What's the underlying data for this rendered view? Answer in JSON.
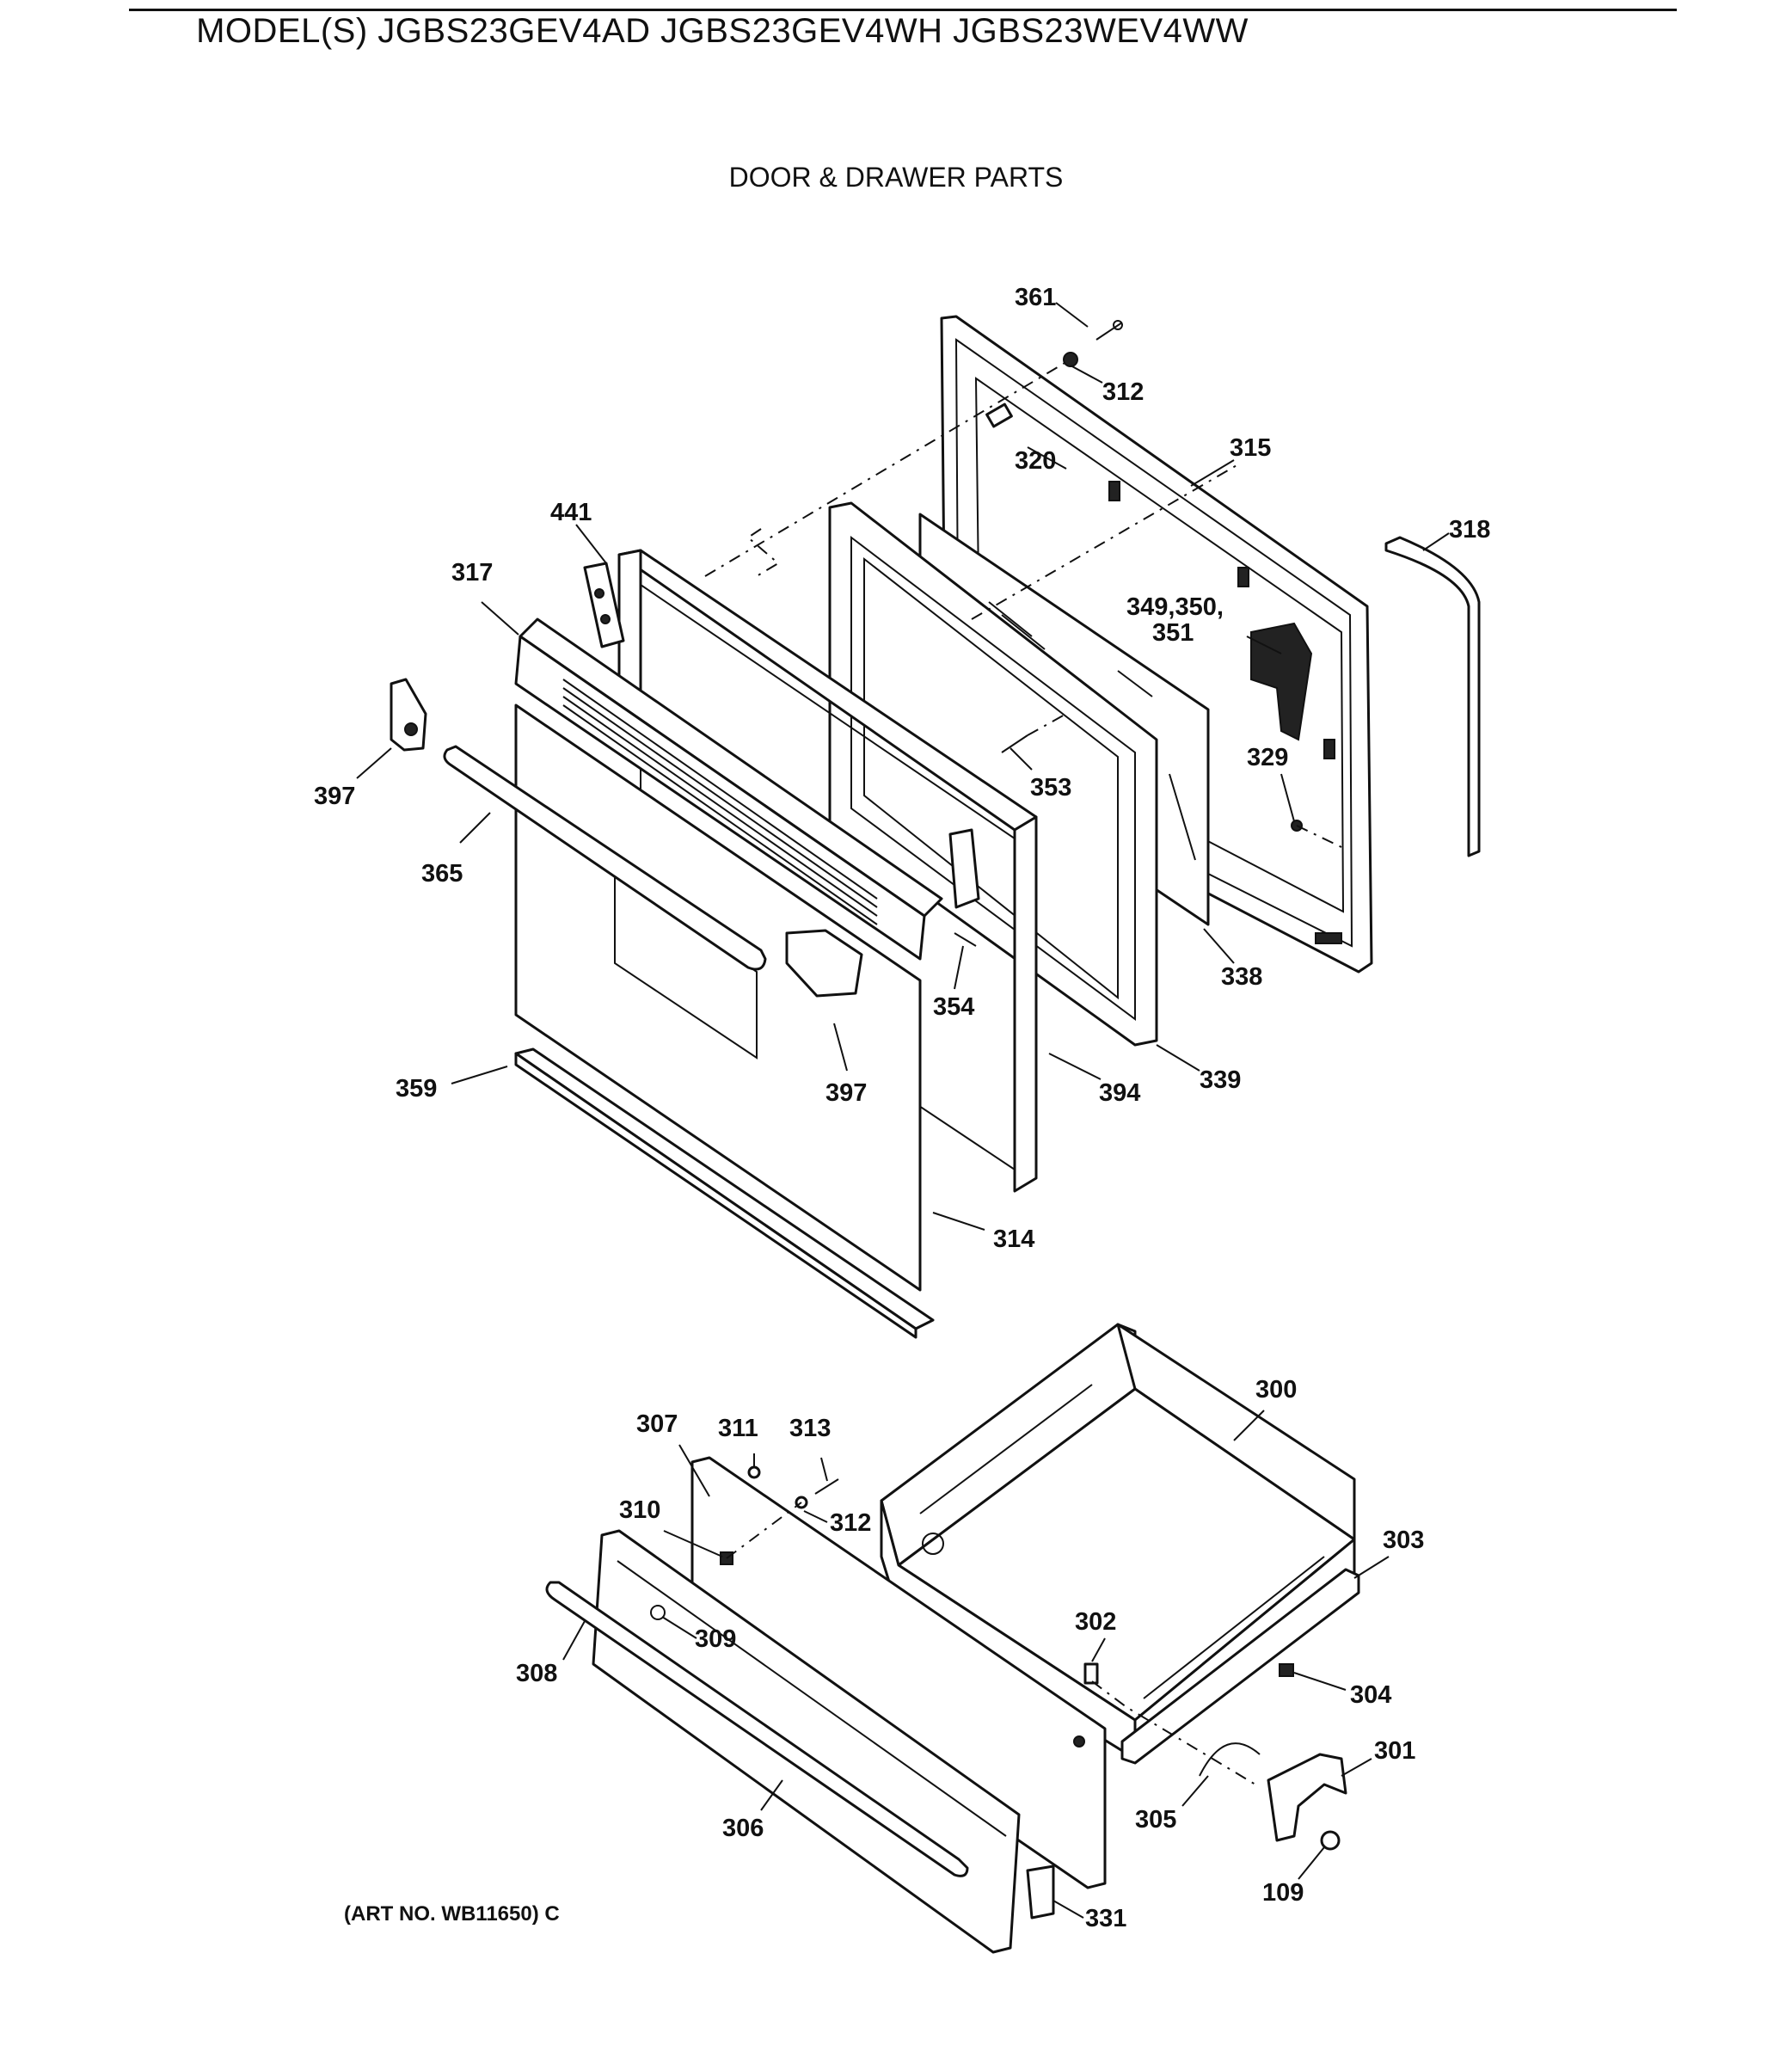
{
  "header": {
    "model_line": "MODEL(S) JGBS23GEV4AD  JGBS23GEV4WH  JGBS23WEV4WW",
    "section_title": "DOOR & DRAWER PARTS"
  },
  "footer": {
    "art_number": "(ART NO. WB11650) C"
  },
  "callouts": [
    {
      "id": "c361",
      "label": "361"
    },
    {
      "id": "c312a",
      "label": "312"
    },
    {
      "id": "c320",
      "label": "320"
    },
    {
      "id": "c315",
      "label": "315"
    },
    {
      "id": "c318",
      "label": "318"
    },
    {
      "id": "c441",
      "label": "441"
    },
    {
      "id": "c317",
      "label": "317"
    },
    {
      "id": "c349",
      "label": "349,350,"
    },
    {
      "id": "c351",
      "label": "351"
    },
    {
      "id": "c397a",
      "label": "397"
    },
    {
      "id": "c329",
      "label": "329"
    },
    {
      "id": "c353",
      "label": "353"
    },
    {
      "id": "c365",
      "label": "365"
    },
    {
      "id": "c338",
      "label": "338"
    },
    {
      "id": "c354",
      "label": "354"
    },
    {
      "id": "c359",
      "label": "359"
    },
    {
      "id": "c397b",
      "label": "397"
    },
    {
      "id": "c394",
      "label": "394"
    },
    {
      "id": "c339",
      "label": "339"
    },
    {
      "id": "c314",
      "label": "314"
    },
    {
      "id": "c300",
      "label": "300"
    },
    {
      "id": "c307",
      "label": "307"
    },
    {
      "id": "c311",
      "label": "311"
    },
    {
      "id": "c313",
      "label": "313"
    },
    {
      "id": "c310",
      "label": "310"
    },
    {
      "id": "c312b",
      "label": "312"
    },
    {
      "id": "c303",
      "label": "303"
    },
    {
      "id": "c302",
      "label": "302"
    },
    {
      "id": "c309",
      "label": "309"
    },
    {
      "id": "c308",
      "label": "308"
    },
    {
      "id": "c304",
      "label": "304"
    },
    {
      "id": "c301",
      "label": "301"
    },
    {
      "id": "c305",
      "label": "305"
    },
    {
      "id": "c306",
      "label": "306"
    },
    {
      "id": "c109",
      "label": "109"
    },
    {
      "id": "c331",
      "label": "331"
    }
  ]
}
